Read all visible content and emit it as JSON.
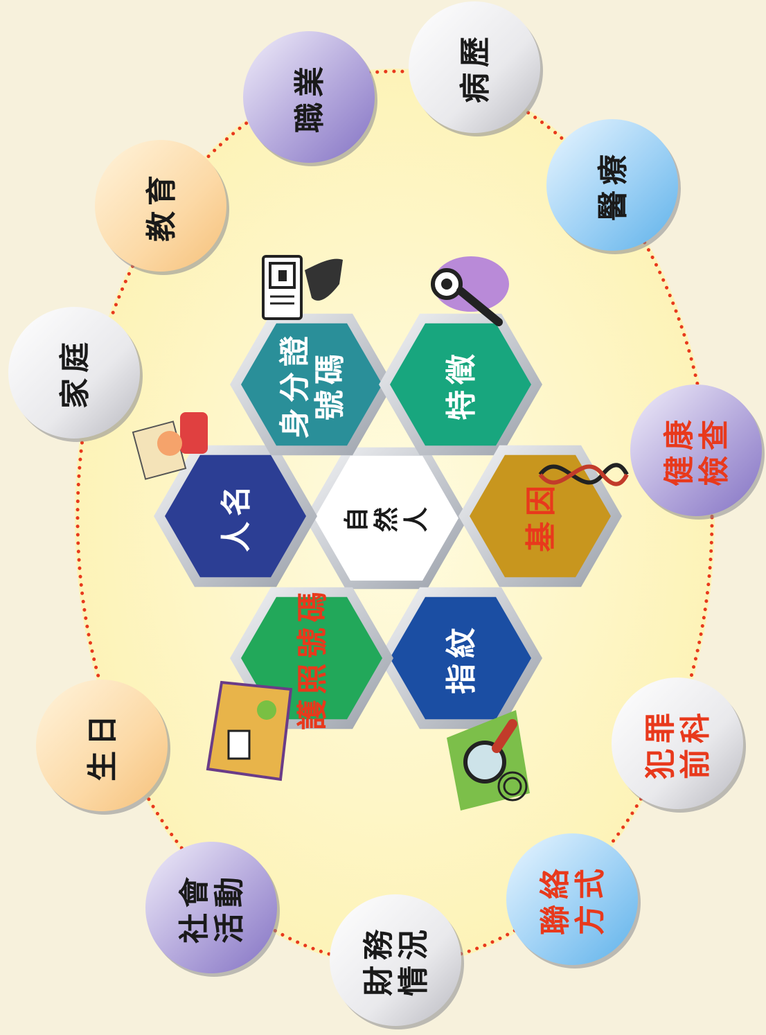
{
  "center": {
    "label": "自然人",
    "chars": [
      "自",
      "然",
      "人"
    ]
  },
  "hexagons": [
    {
      "id": "name",
      "lines": [
        "人名"
      ],
      "color": "#2c3e94",
      "text_color": "#ffffff"
    },
    {
      "id": "id-number",
      "lines": [
        "身分證",
        "號碼"
      ],
      "color": "#2a8f99",
      "text_color": "#ffffff"
    },
    {
      "id": "features",
      "lines": [
        "特徵"
      ],
      "color": "#18a67e",
      "text_color": "#ffffff"
    },
    {
      "id": "gene",
      "lines": [
        "基因"
      ],
      "color": "#c8961e",
      "text_color": "#e8391c"
    },
    {
      "id": "fingerprint",
      "lines": [
        "指紋"
      ],
      "color": "#1b4ea3",
      "text_color": "#ffffff"
    },
    {
      "id": "passport",
      "lines": [
        "護照號碼"
      ],
      "color": "#22a85a",
      "text_color": "#e8391c"
    }
  ],
  "circles": [
    {
      "id": "family",
      "lines": [
        "家庭"
      ],
      "style": "gray",
      "text_color": "#1a1a1a"
    },
    {
      "id": "education",
      "lines": [
        "教育"
      ],
      "style": "peach",
      "text_color": "#1a1a1a"
    },
    {
      "id": "occupation",
      "lines": [
        "職業"
      ],
      "style": "purple",
      "text_color": "#1a1a1a"
    },
    {
      "id": "medical-history",
      "lines": [
        "病歷"
      ],
      "style": "gray",
      "text_color": "#1a1a1a"
    },
    {
      "id": "medical-treatment",
      "lines": [
        "醫療"
      ],
      "style": "blue",
      "text_color": "#1a1a1a"
    },
    {
      "id": "health-check",
      "lines": [
        "健康",
        "檢查"
      ],
      "style": "purple",
      "text_color": "#e8391c"
    },
    {
      "id": "criminal-record",
      "lines": [
        "犯罪",
        "前科"
      ],
      "style": "gray",
      "text_color": "#e8391c"
    },
    {
      "id": "contact",
      "lines": [
        "聯絡",
        "方式"
      ],
      "style": "blue",
      "text_color": "#e8391c"
    },
    {
      "id": "finance",
      "lines": [
        "財務",
        "情況"
      ],
      "style": "gray",
      "text_color": "#1a1a1a"
    },
    {
      "id": "social",
      "lines": [
        "社會",
        "活動"
      ],
      "style": "purple",
      "text_color": "#1a1a1a"
    },
    {
      "id": "birthday",
      "lines": [
        "生日"
      ],
      "style": "peach",
      "text_color": "#1a1a1a"
    }
  ],
  "clipart": [
    "id-card-icon",
    "magnifier-icon",
    "dna-icon",
    "fingerprint-magnifier-icon",
    "passport-icon",
    "name-card-icon"
  ],
  "colors": {
    "ellipse_fill": "#fdf6c8",
    "dots": "#e8391c",
    "background": "#f7f1dc"
  }
}
